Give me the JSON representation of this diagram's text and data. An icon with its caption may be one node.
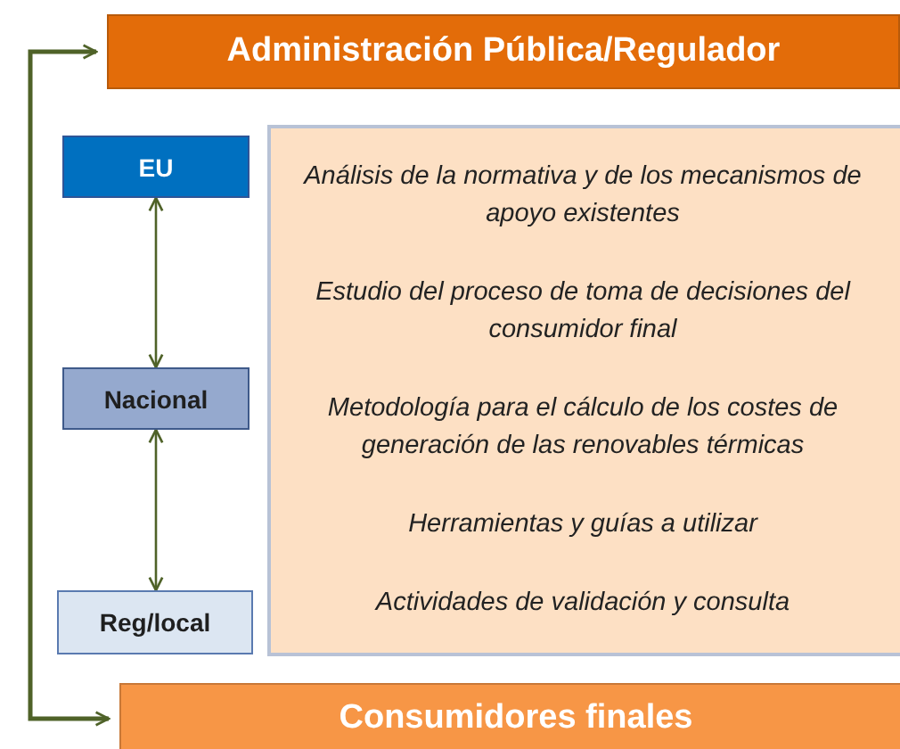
{
  "diagram": {
    "nodes": [
      {
        "text": [
          "Administración Pública/Regulador"
        ]
      },
      {
        "text": [
          "EU"
        ]
      },
      {
        "text": [
          "Nacional"
        ]
      },
      {
        "text": [
          "Reg/local"
        ]
      },
      {
        "text": [
          "Análisis de la normativa y de los mecanismos de apoyo existentes",
          "Estudio del proceso de toma de decisiones del consumidor final",
          "Metodología para el cálculo de los costes de generación de las renovables térmicas",
          "Herramientas y guías a utilizar",
          "Actividades de validación y consulta"
        ]
      },
      {
        "text": [
          "Consumidores finales"
        ]
      }
    ],
    "edges": [
      {
        "from": 1,
        "to": 2,
        "arrow": "both"
      },
      {
        "from": 2,
        "to": 3,
        "arrow": "both"
      },
      {
        "from": 0,
        "to": 5,
        "arrow": "both"
      }
    ]
  }
}
